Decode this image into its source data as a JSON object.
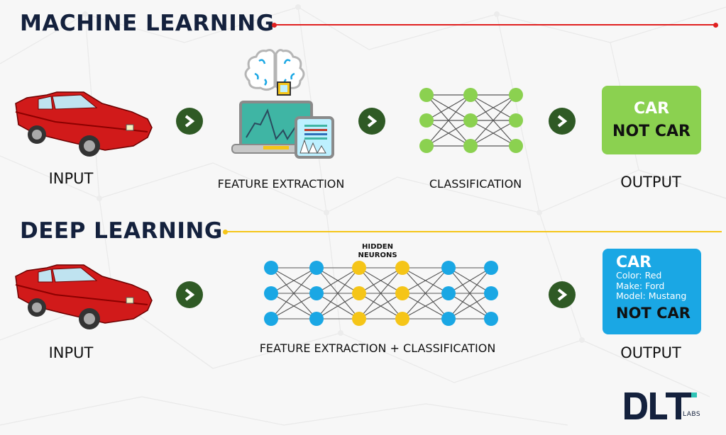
{
  "colors": {
    "title": "#14213d",
    "ml_rule": "#e02020",
    "dl_rule": "#f5c518",
    "arrow": "#2f5a25",
    "ml_output_bg": "#8bd150",
    "dl_output_bg": "#1aa7e4",
    "ml_neuron": "#8bd150",
    "dl_neuron_outer": "#1aa7e4",
    "dl_neuron_hidden": "#f5c518",
    "logo_dark": "#14213d",
    "logo_accent": "#2ec4b6"
  },
  "machine_learning": {
    "title": "MACHINE LEARNING",
    "input_label": "INPUT",
    "step1_label": "FEATURE EXTRACTION",
    "step2_label": "CLASSIFICATION",
    "output_label": "OUTPUT",
    "output_box": {
      "car": "CAR",
      "not_car": "NOT CAR"
    },
    "arrows": [
      "next-arrow-icon",
      "next-arrow-icon",
      "next-arrow-icon"
    ],
    "network": {
      "layers": [
        3,
        3,
        3
      ]
    }
  },
  "deep_learning": {
    "title": "DEEP LEARNING",
    "input_label": "INPUT",
    "hidden_label_line1": "HIDDEN",
    "hidden_label_line2": "NEURONS",
    "network_label": "FEATURE EXTRACTION + CLASSIFICATION",
    "output_label": "OUTPUT",
    "output_box": {
      "car": "CAR",
      "attributes": [
        "Color: Red",
        "Make: Ford",
        "Model: Mustang"
      ],
      "not_car": "NOT CAR"
    },
    "arrows": [
      "next-arrow-icon",
      "next-arrow-icon"
    ],
    "network": {
      "layers": [
        3,
        3,
        3,
        3,
        3,
        3
      ],
      "hidden_layers": [
        2,
        3
      ]
    }
  },
  "logo": {
    "main": "DLT",
    "sub": "LABS"
  }
}
